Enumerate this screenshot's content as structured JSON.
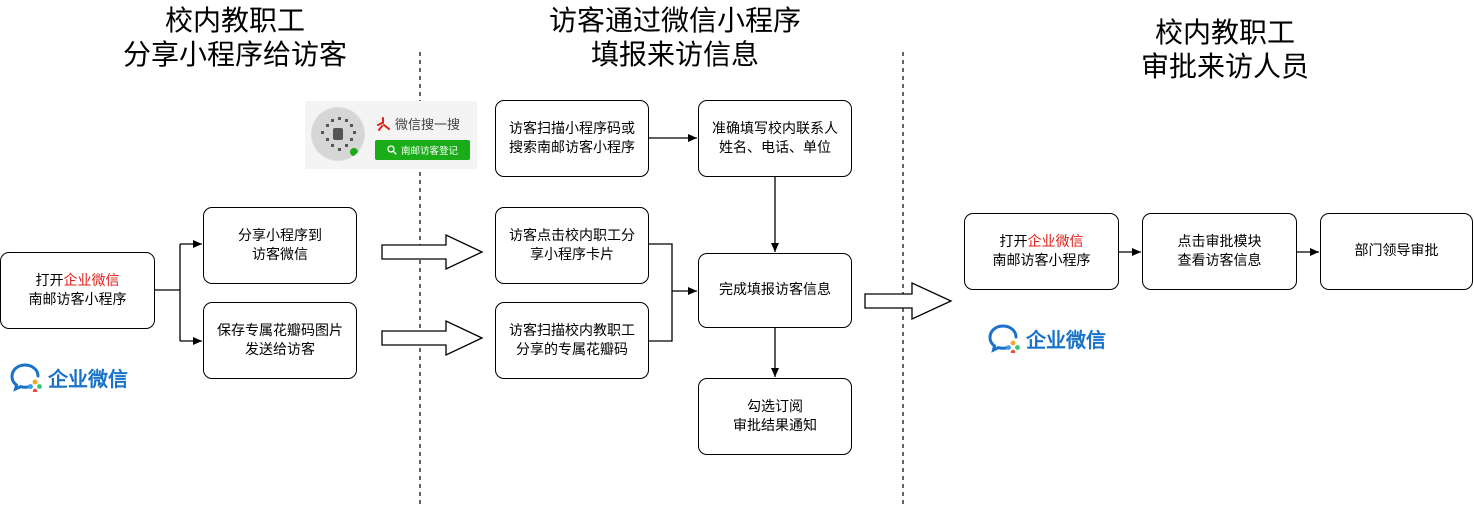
{
  "sections": [
    {
      "title_line1": "校内教职工",
      "title_line2": "分享小程序给访客"
    },
    {
      "title_line1": "访客通过微信小程序",
      "title_line2": "填报来访信息"
    },
    {
      "title_line1": "校内教职工",
      "title_line2": "审批来访人员"
    }
  ],
  "boxes": {
    "open_app_1": {
      "prefix": "打开",
      "highlight": "企业微信",
      "line2": "南邮访客小程序"
    },
    "share_to_wechat": {
      "line1": "分享小程序到",
      "line2": "访客微信"
    },
    "save_qr": {
      "line1": "保存专属花瓣码图片",
      "line2": "发送给访客"
    },
    "scan_search": {
      "line1": "访客扫描小程序码或",
      "line2": "搜索南邮访客小程序"
    },
    "fill_contact": {
      "line1": "准确填写校内联系人",
      "line2": "姓名、电话、单位"
    },
    "click_card": {
      "line1": "访客点击校内职工分",
      "line2": "享小程序卡片"
    },
    "complete_info": {
      "line1": "完成填报访客信息"
    },
    "scan_petal": {
      "line1": "访客扫描校内教职工",
      "line2": "分享的专属花瓣码"
    },
    "subscribe": {
      "line1": "勾选订阅",
      "line2": "审批结果通知"
    },
    "open_app_2": {
      "prefix": "打开",
      "highlight": "企业微信",
      "line2": "南邮访客小程序"
    },
    "approval_module": {
      "line1": "点击审批模块",
      "line2": "查看访客信息"
    },
    "dept_approve": {
      "line1": "部门领导审批"
    }
  },
  "logo_text": "企业微信",
  "qr_card": {
    "search_title": "微信搜一搜",
    "button_text": "南邮访客登记",
    "icon": "search-icon"
  },
  "colors": {
    "highlight": "#e0201b",
    "logo_blue": "#1a73c9",
    "wechat_green": "#1aad19"
  }
}
